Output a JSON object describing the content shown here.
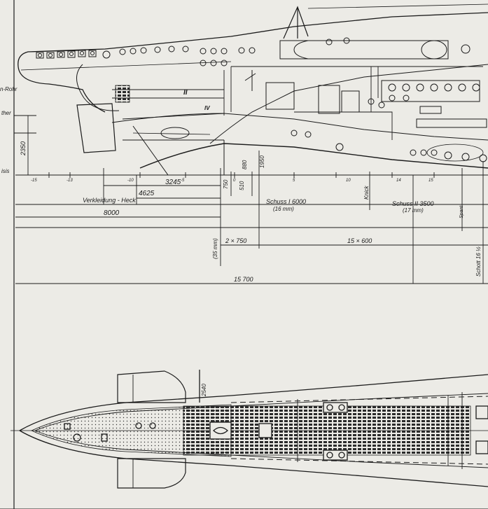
{
  "drawing": {
    "paper_color": "#ecebe6",
    "ink_color": "#1b1b1b",
    "section_marks": [
      "II",
      "IV"
    ],
    "side_labels": [
      "n-Rohr",
      "ther",
      "isis"
    ],
    "dims": {
      "d2350": "2350",
      "d3245": "3245",
      "d4625": "4625",
      "d750": "750",
      "d510": "510",
      "d880": "880",
      "d1950": "1950",
      "verkleidung": "Verkleidung - Heck",
      "d8000": "8000",
      "schuss1": "Schuss I  6000",
      "schuss1_mm": "(16 mm)",
      "knick": "Knick",
      "schuss2": "Schuss II  3500",
      "schuss2_mm": "(17 mm)",
      "spant": "Spant",
      "d35mm": "(35 mm)",
      "d2x750": "2 × 750",
      "d15x600": "15 × 600",
      "schott": "Schott 16 ½",
      "d15700": "15 700",
      "d2540": "2540"
    },
    "frame_numbers": [
      "-15",
      "-13",
      "-10",
      "-5",
      "0",
      "5",
      "10",
      "14",
      "15"
    ]
  }
}
